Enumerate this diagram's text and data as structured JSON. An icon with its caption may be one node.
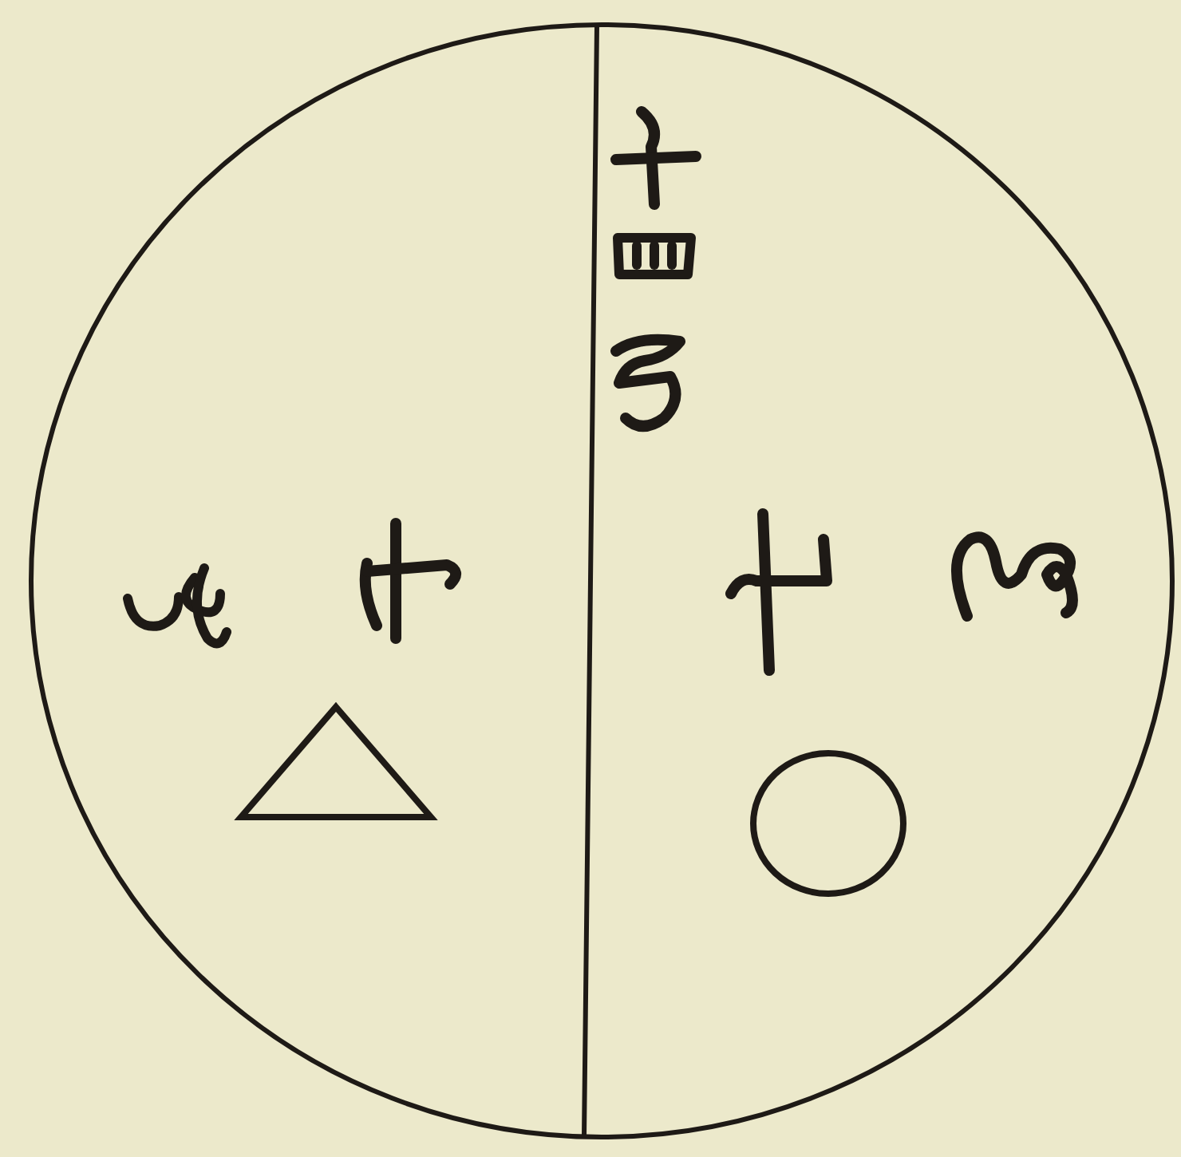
{
  "diagram": {
    "nodes": [
      {
        "text": [],
        "shape": "circle"
      },
      {
        "text": [],
        "shape": "triangle",
        "in": 0
      },
      {
        "text": [],
        "shape": "circle",
        "in": 0
      }
    ]
  }
}
